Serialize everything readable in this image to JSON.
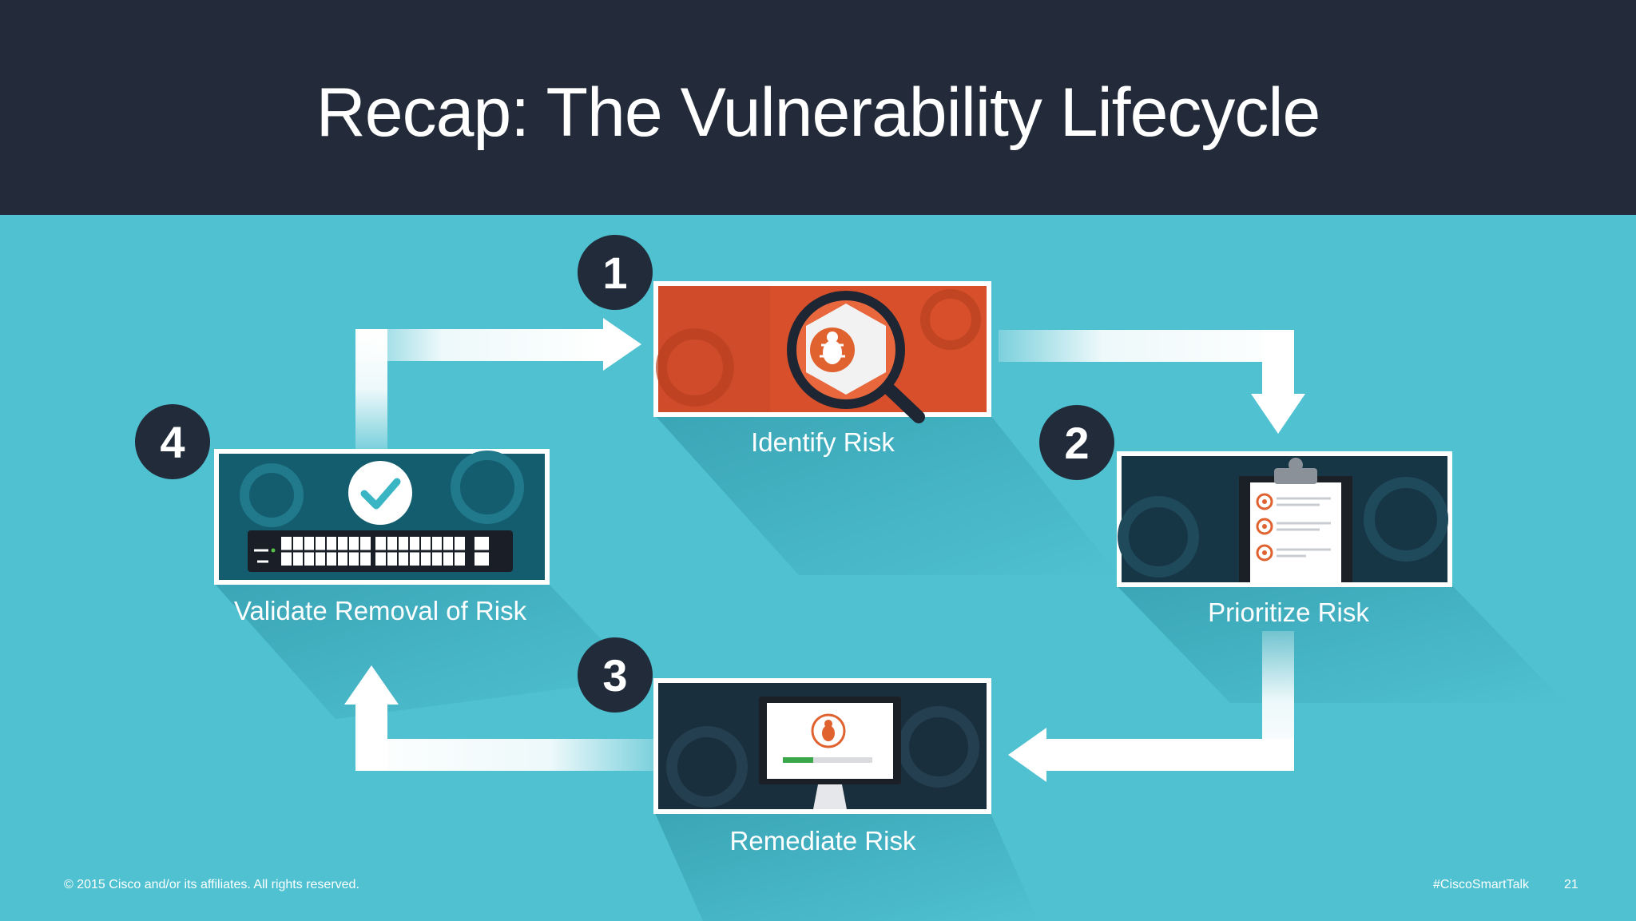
{
  "title": "Recap: The Vulnerability Lifecycle",
  "steps": [
    {
      "number": "1",
      "label": "Identify Risk",
      "icon": "magnifier-bug-icon"
    },
    {
      "number": "2",
      "label": "Prioritize Risk",
      "icon": "clipboard-checklist-icon"
    },
    {
      "number": "3",
      "label": "Remediate Risk",
      "icon": "monitor-bug-progress-icon"
    },
    {
      "number": "4",
      "label": "Validate Removal of Risk",
      "icon": "switch-checkmark-icon"
    }
  ],
  "footer": {
    "copyright": "© 2015  Cisco and/or its affiliates. All rights reserved.",
    "hashtag": "#CiscoSmartTalk",
    "page": "21"
  },
  "colors": {
    "header": "#232b3a",
    "background": "#4fc1d1",
    "badge": "#222b3a",
    "identify_card": "#d8502b",
    "dark_card": "#173645",
    "accent_orange": "#e0622f"
  }
}
